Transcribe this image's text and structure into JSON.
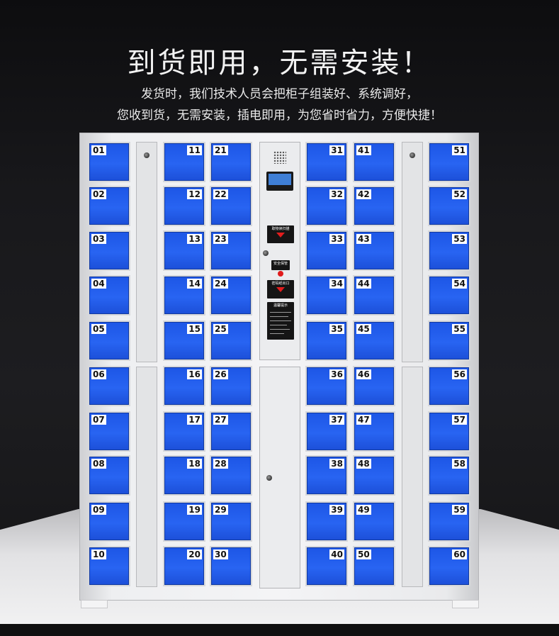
{
  "headline": "到货即用，无需安装！",
  "subline1": "发货时，我们技术人员会把柜子组装好、系统调好，",
  "subline2": "您收到货，无需安装，插电即用，为您省时省力，方便快捷！",
  "control_panel": {
    "label1": "取物读扫描",
    "label2": "安全保管",
    "label3": "密码纸出口",
    "label4": "温馨提示"
  },
  "colors": {
    "door_blue": "#2864f2",
    "cabinet": "#f1f1f3"
  },
  "lockers": {
    "c1": [
      "01",
      "02",
      "03",
      "04",
      "05",
      "06",
      "07",
      "08",
      "09",
      "10"
    ],
    "c2": [
      "11",
      "12",
      "13",
      "14",
      "15",
      "16",
      "17",
      "18",
      "19",
      "20"
    ],
    "c3": [
      "21",
      "22",
      "23",
      "24",
      "25",
      "26",
      "27",
      "28",
      "29",
      "30"
    ],
    "c4": [
      "31",
      "32",
      "33",
      "34",
      "35",
      "36",
      "37",
      "38",
      "39",
      "40"
    ],
    "c5": [
      "41",
      "42",
      "43",
      "44",
      "45",
      "46",
      "47",
      "48",
      "49",
      "50"
    ],
    "c6": [
      "51",
      "52",
      "53",
      "54",
      "55",
      "56",
      "57",
      "58",
      "59",
      "60"
    ]
  }
}
